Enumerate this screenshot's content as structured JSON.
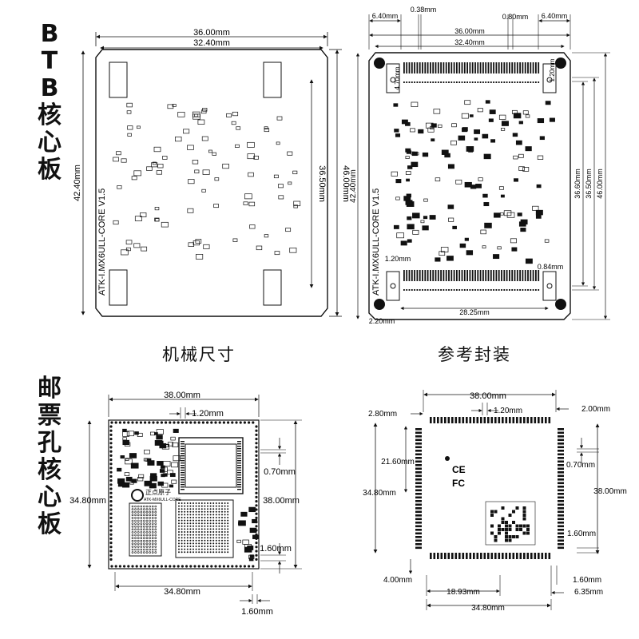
{
  "titles": {
    "btb": [
      "B",
      "T",
      "B",
      "核",
      "心",
      "板"
    ],
    "stamp": [
      "邮",
      "票",
      "孔",
      "核",
      "心",
      "板"
    ]
  },
  "captions": {
    "mech": "机械尺寸",
    "footprint": "参考封装"
  },
  "board_label": "ATK-I.MX6ULL-CORE V1.5",
  "logo_text": "正点原子",
  "logo_sub": "ATK-MX6ULL-CORE",
  "mech_btb": {
    "top_outer": "36.00mm",
    "top_inner": "32.40mm",
    "left_height": "42.40mm",
    "right_inner": "36.50mm",
    "right_outer": "46.00mm"
  },
  "footprint_btb": {
    "top_left": "6.40mm",
    "top_small": "0.38mm",
    "top_mid": "0.80mm",
    "top_right": "6.40mm",
    "top_outer": "36.00mm",
    "top_inner": "32.40mm",
    "hole_left": "4.70mm",
    "hole_right": "1.20mm",
    "left_height": "42.40mm",
    "right_a": "36.60mm",
    "right_b": "36.50mm",
    "right_c": "46.00mm",
    "bottom_left_top": "1.20mm",
    "bottom_right_top": "0.84mm",
    "bottom_span": "28.25mm",
    "bottom_left": "2.20mm"
  },
  "mech_stamp": {
    "top_outer": "38.00mm",
    "pitch": "1.20mm",
    "left_height": "34.80mm",
    "right_small": "0.70mm",
    "right_outer": "38.00mm",
    "right_pad": "1.60mm",
    "bottom_width": "34.80mm",
    "bottom_pad": "1.60mm"
  },
  "footprint_stamp": {
    "top_outer": "38.00mm",
    "top_left": "2.80mm",
    "pitch": "1.20mm",
    "top_right": "2.00mm",
    "left_inner": "21.60mm",
    "left_height": "34.80mm",
    "right_small": "0.70mm",
    "right_outer": "38.00mm",
    "right_pad": "1.60mm",
    "bottom_left": "4.00mm",
    "bottom_mid": "18.93mm",
    "bottom_pad": "1.60mm",
    "bottom_right": "6.35mm",
    "bottom_width": "34.80mm"
  },
  "marks": {
    "ce": "CE",
    "fcc": "FC"
  }
}
